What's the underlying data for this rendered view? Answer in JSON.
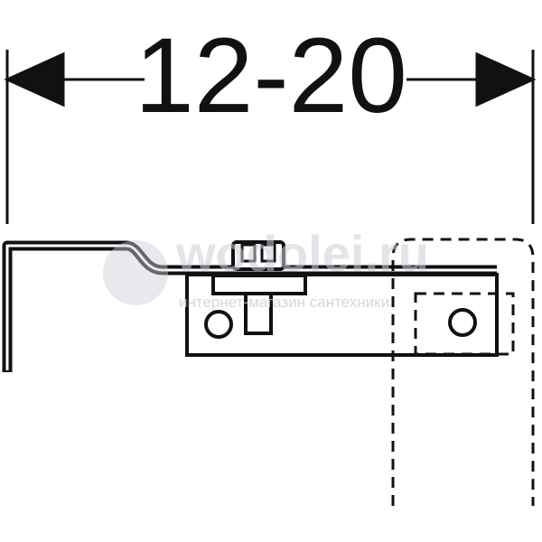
{
  "dimension": {
    "label": "12-20"
  },
  "watermark": {
    "brand": "wodolei.ru",
    "tagline": "интернет-магазин сантехники"
  },
  "colors": {
    "line": "#111111",
    "watermark": "#c9ced6"
  }
}
